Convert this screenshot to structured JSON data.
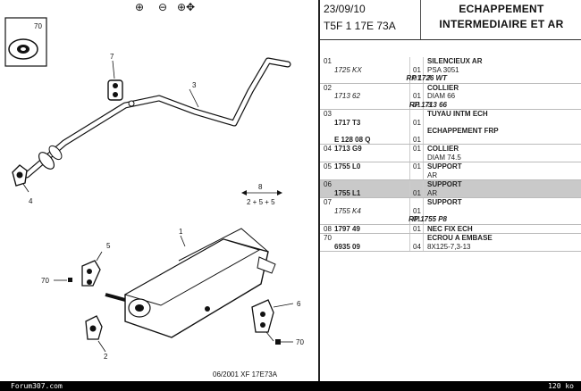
{
  "toolbar": {
    "zoom_in_icon": "zoom-in-icon",
    "zoom_out_icon": "zoom-out-icon",
    "zoom_move_icon": "zoom-move-icon"
  },
  "header": {
    "date": "23/09/10",
    "code": "T5F 1 17E 73A",
    "title_line1": "ECHAPPEMENT",
    "title_line2": "INTERMEDIAIRE ET AR"
  },
  "diagram": {
    "callouts": [
      "70",
      "7",
      "3",
      "4",
      "8",
      "2 + 5 + 5",
      "1",
      "5",
      "70",
      "2",
      "6",
      "70"
    ],
    "footer": "06/2001   XF 17E73A"
  },
  "parts": [
    {
      "idx": "01",
      "selected": false,
      "rows": [
        {
          "ref": "",
          "ref_style": "",
          "qty": "",
          "desc": "SILENCIEUX AR",
          "desc_bold": true
        },
        {
          "ref": "1725 KX",
          "ref_style": "it",
          "qty": "01",
          "desc": "PSA 3051",
          "desc_bold": false
        },
        {
          "ref": "RP 1726 WT",
          "ref_style": "r",
          "qty": "01",
          "desc": "7",
          "desc_bold": false
        }
      ]
    },
    {
      "idx": "02",
      "selected": false,
      "rows": [
        {
          "ref": "",
          "ref_style": "",
          "qty": "",
          "desc": "COLLIER",
          "desc_bold": true
        },
        {
          "ref": "1713 62",
          "ref_style": "it",
          "qty": "01",
          "desc": "DIAM 66",
          "desc_bold": false
        },
        {
          "ref": "RP 1713 66",
          "ref_style": "r",
          "qty": "01",
          "desc": "3",
          "desc_bold": false
        }
      ]
    },
    {
      "idx": "03",
      "selected": false,
      "rows": [
        {
          "ref": "",
          "ref_style": "",
          "qty": "",
          "desc": "TUYAU INTM ECH",
          "desc_bold": true
        },
        {
          "ref": "1717 T3",
          "ref_style": "b",
          "qty": "01",
          "desc": "",
          "desc_bold": false
        },
        {
          "ref": "",
          "ref_style": "",
          "qty": "",
          "desc": "ECHAPPEMENT FRP",
          "desc_bold": true
        },
        {
          "ref": "E 128 08 Q",
          "ref_style": "b",
          "qty": "01",
          "desc": "",
          "desc_bold": false
        }
      ]
    },
    {
      "idx": "04",
      "selected": false,
      "rows": [
        {
          "ref": "1713 G9",
          "ref_style": "b",
          "qty": "01",
          "desc": "COLLIER",
          "desc_bold": true
        },
        {
          "ref": "",
          "ref_style": "",
          "qty": "",
          "desc": "DIAM 74.5",
          "desc_bold": false
        }
      ]
    },
    {
      "idx": "05",
      "selected": false,
      "rows": [
        {
          "ref": "1755 L0",
          "ref_style": "b",
          "qty": "01",
          "desc": "SUPPORT",
          "desc_bold": true
        },
        {
          "ref": "",
          "ref_style": "",
          "qty": "",
          "desc": "AR",
          "desc_bold": false
        }
      ]
    },
    {
      "idx": "06",
      "selected": true,
      "rows": [
        {
          "ref": "",
          "ref_style": "",
          "qty": "",
          "desc": "SUPPORT",
          "desc_bold": true
        },
        {
          "ref": "1755 L1",
          "ref_style": "b",
          "qty": "01",
          "desc": "AR",
          "desc_bold": false
        }
      ]
    },
    {
      "idx": "07",
      "selected": false,
      "rows": [
        {
          "ref": "",
          "ref_style": "",
          "qty": "",
          "desc": "SUPPORT",
          "desc_bold": true
        },
        {
          "ref": "1755 K4",
          "ref_style": "it",
          "qty": "01",
          "desc": "",
          "desc_bold": false
        },
        {
          "ref": "RP 1755 P8",
          "ref_style": "r",
          "qty": "01",
          "desc": "",
          "desc_bold": false
        }
      ]
    },
    {
      "idx": "08",
      "selected": false,
      "rows": [
        {
          "ref": "1797 49",
          "ref_style": "b",
          "qty": "01",
          "desc": "NEC FIX ECH",
          "desc_bold": true
        }
      ]
    },
    {
      "idx": "70",
      "selected": false,
      "rows": [
        {
          "ref": "",
          "ref_style": "",
          "qty": "",
          "desc": "ECROU A EMBASE",
          "desc_bold": true
        },
        {
          "ref": "6935 09",
          "ref_style": "b",
          "qty": "04",
          "desc": "8X125-7,3-13",
          "desc_bold": false
        }
      ]
    }
  ],
  "status": {
    "left": "Forum307.com",
    "right": "120 ko"
  }
}
